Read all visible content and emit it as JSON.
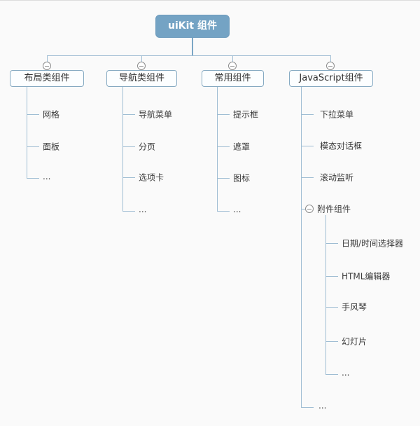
{
  "tree": {
    "root": {
      "label": "uiKit 组件"
    },
    "branches": [
      {
        "label": "布局类组件",
        "children": [
          "网格",
          "面板",
          "..."
        ]
      },
      {
        "label": "导航类组件",
        "children": [
          "导航菜单",
          "分页",
          "选项卡",
          "..."
        ]
      },
      {
        "label": "常用组件",
        "children": [
          "提示框",
          "遮罩",
          "图标",
          "..."
        ]
      },
      {
        "label": "JavaScript组件",
        "children": [
          "下拉菜单",
          "模态对话框",
          "滚动监听"
        ],
        "subgroup": {
          "label": "附件组件",
          "children": [
            "日期/时间选择器",
            "HTML编辑器",
            "手风琴",
            "幻灯片",
            "..."
          ]
        },
        "trailing": "..."
      }
    ]
  },
  "icons": {
    "collapse": "minus-circle"
  },
  "colors": {
    "root_bg": "#74a3c4",
    "node_border": "#86aac2",
    "connector": "#9fbdd3",
    "collapse_icon_gray": "#8c8c8c",
    "text": "#3a3a3a",
    "background": "#fafafa"
  }
}
